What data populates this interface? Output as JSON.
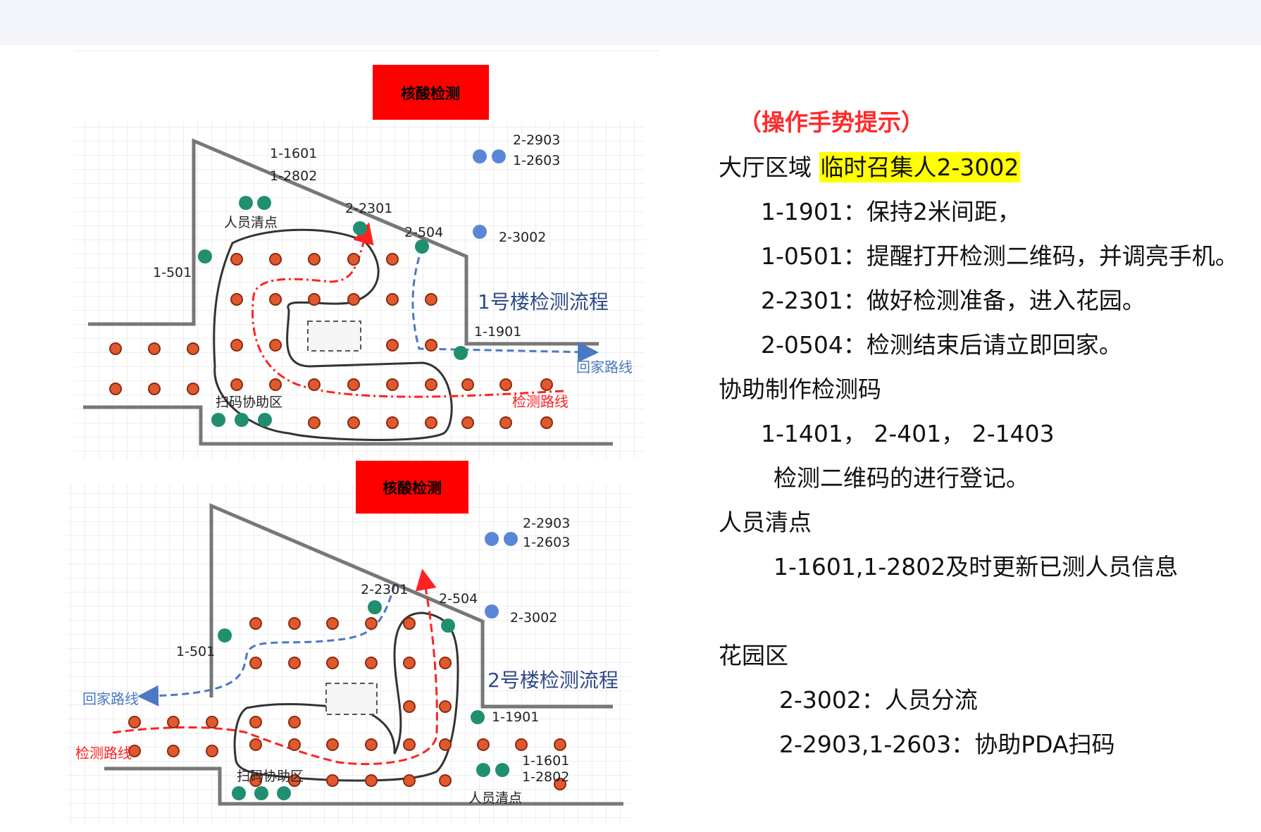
{
  "diagram1": {
    "banner": "核酸检测",
    "flow_title": "1号楼检测流程",
    "labels": [
      "2-2903",
      "1-2603",
      "1-1601",
      "1-2802",
      "人员清点",
      "2-2301",
      "2-504",
      "2-3002",
      "1-501",
      "1-1901",
      "回家路线",
      "扫码协助区",
      "检测路线"
    ]
  },
  "diagram2": {
    "banner": "核酸检测",
    "flow_title": "2号楼检测流程",
    "labels": [
      "2-2903",
      "1-2603",
      "2-2301",
      "2-504",
      "2-3002",
      "1-501",
      "回家路线",
      "检测路线",
      "1-1901",
      "1-1601",
      "1-2802",
      "扫码协助区",
      "人员清点"
    ]
  },
  "notes": {
    "heading": "（操作手势提示）",
    "lobby": {
      "title": "大厅区域",
      "highlight": "临时召集人2-3002",
      "items": [
        "1-1901：保持2米间距，",
        "1-0501：提醒打开检测二维码，并调亮手机。",
        "2-2301：做好检测准备，进入花园。",
        "2-0504：检测结束后请立即回家。"
      ]
    },
    "code_help": {
      "title": "协助制作检测码",
      "line1": "1-1401， 2-401， 2-1403",
      "line2": "检测二维码的进行登记。"
    },
    "headcount": {
      "title": "人员清点",
      "line": "1-1601,1-2802及时更新已测人员信息"
    },
    "garden": {
      "title": "花园区",
      "items": [
        "2-3002：人员分流",
        "2-2903,1-2603：协助PDA扫码"
      ]
    }
  },
  "colors": {
    "banner_red": "#ff0000",
    "highlight_yellow": "#ffff00",
    "route_red": "#ff2222",
    "route_blue": "#4a78c4",
    "person_green": "#1f8f6f",
    "person_blue": "#5a86d8",
    "dot_orange": "#e0592e"
  }
}
